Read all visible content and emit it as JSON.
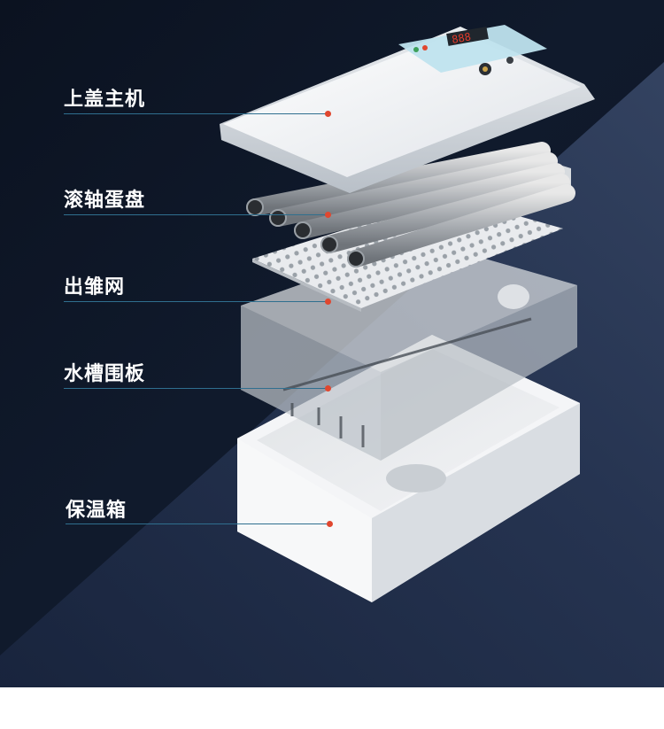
{
  "parts": [
    {
      "label": "上盖主机"
    },
    {
      "label": "滚轴蛋盘"
    },
    {
      "label": "出雏网"
    },
    {
      "label": "水槽围板"
    },
    {
      "label": "保温箱"
    }
  ],
  "colors": {
    "background": "#0d1526",
    "leader_line": "#2f6f8f",
    "marker_dot": "#e0472f",
    "label_text": "#ffffff",
    "display_digits": "#e03a2a",
    "control_panel": "#bfe3ee"
  },
  "control_panel": {
    "display": "888"
  }
}
